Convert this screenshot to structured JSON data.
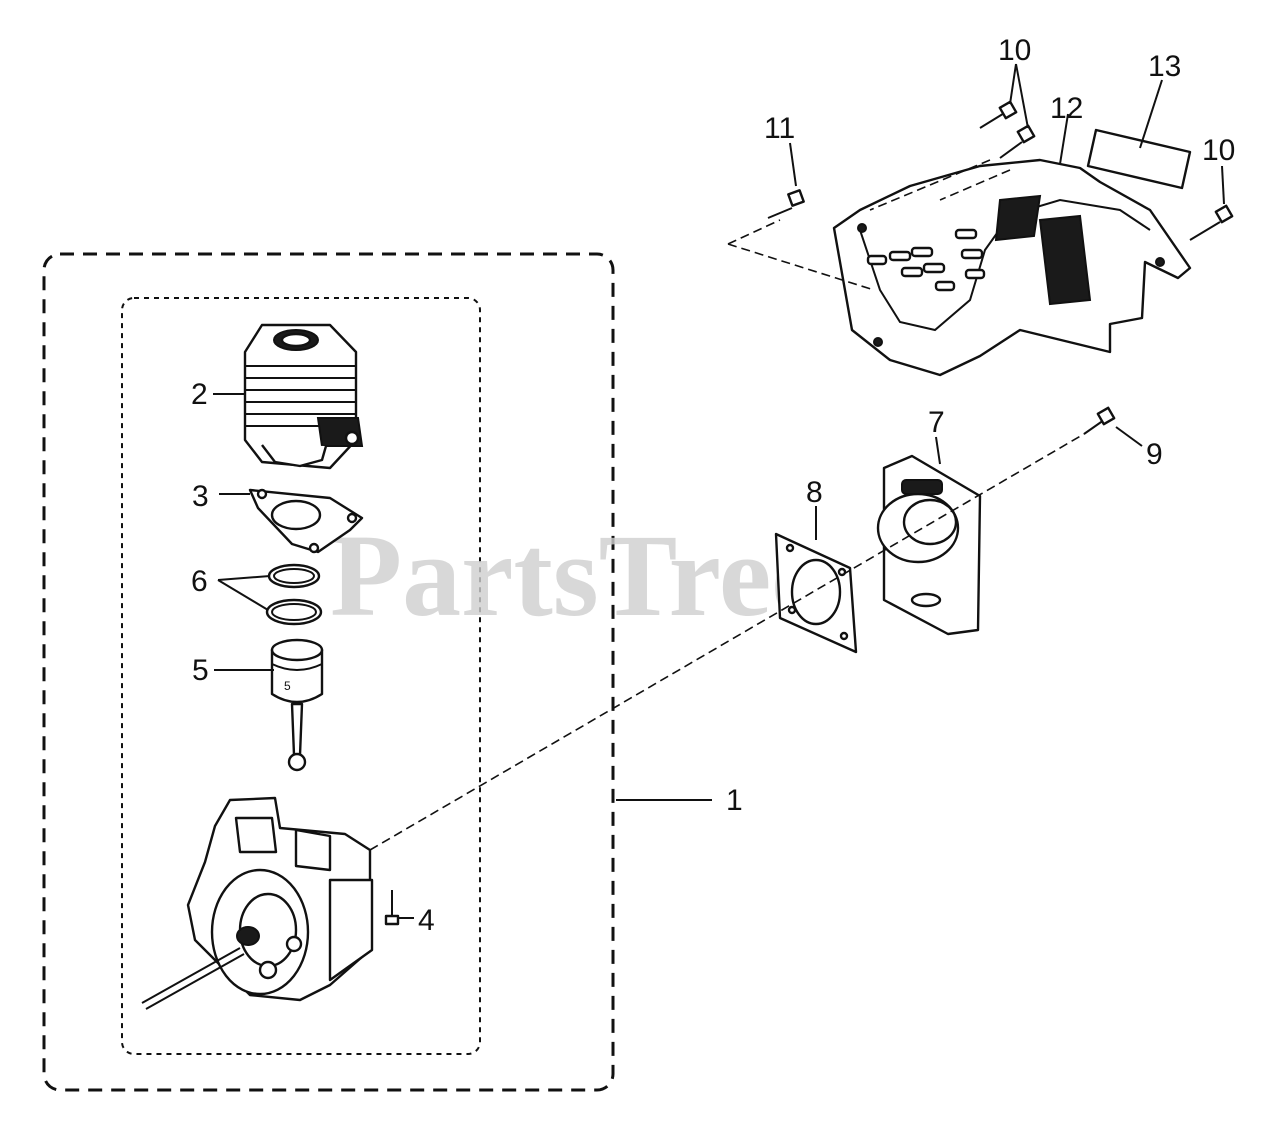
{
  "watermark": "PartsTree",
  "callouts": {
    "c1": "1",
    "c2": "2",
    "c3": "3",
    "c4": "4",
    "c5": "5",
    "c6": "6",
    "c7": "7",
    "c8": "8",
    "c9": "9",
    "c10a": "10",
    "c10b": "10",
    "c11": "11",
    "c12": "12",
    "c13": "13"
  }
}
